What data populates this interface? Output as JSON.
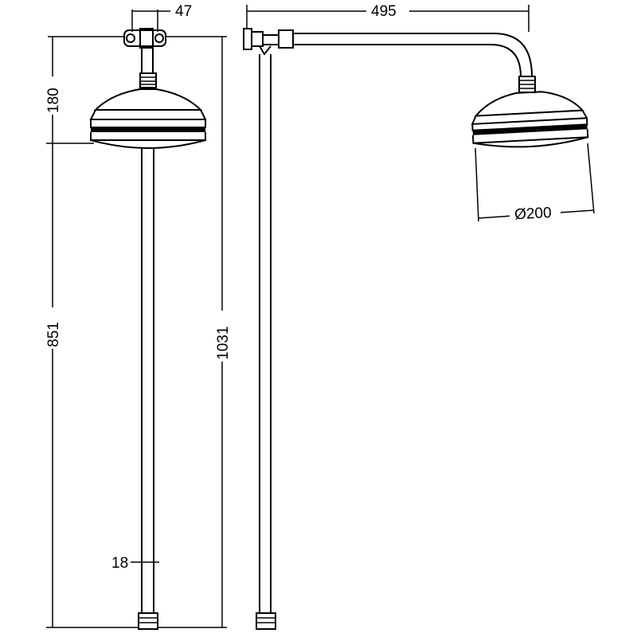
{
  "dimensions": {
    "top_bracket_width": "47",
    "head_height": "180",
    "riser_to_head": "851",
    "total_height": "1031",
    "pipe_diameter": "18",
    "arm_reach": "495",
    "head_diameter": "Ø200"
  },
  "colors": {
    "line": "#000000",
    "background": "#ffffff"
  }
}
